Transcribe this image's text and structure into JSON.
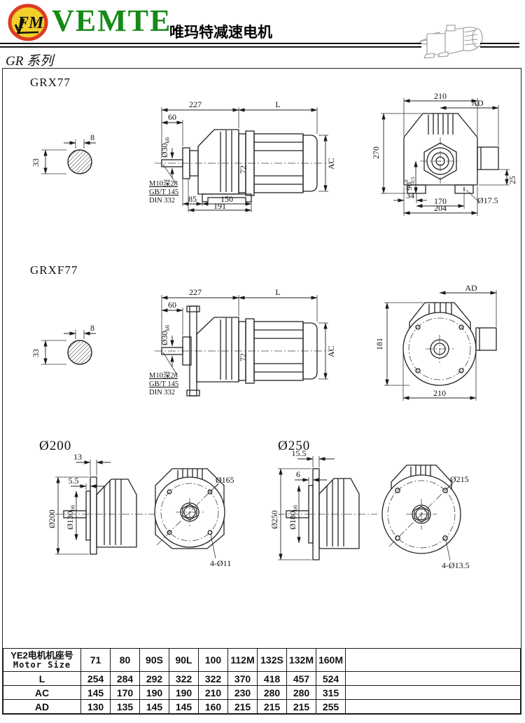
{
  "header": {
    "brand": "VEMTE",
    "logo_glyph": "FM",
    "subtitle": "唯玛特减速电机",
    "series": "GR 系列"
  },
  "sections": {
    "grx77": {
      "title": "GRX77",
      "shaft_section": {
        "key_width": "8",
        "height": "33"
      },
      "side": {
        "dim227": "227",
        "dimL": "L",
        "dim60": "60",
        "shaft": "Ø30",
        "shaft_tol": "k6",
        "dim72": "72",
        "tap": "M10深28",
        "std1": "GB/T 145",
        "std2": "DIN 332",
        "dim85": "85",
        "dim150": "150",
        "dim191": "191",
        "ac": "AC"
      },
      "end": {
        "dim210": "210",
        "ad": "AD",
        "dim270": "270",
        "h90": "90",
        "tol_hi": "0",
        "tol_lo": "-0.5",
        "dim34": "34",
        "dim170": "170",
        "dim204": "204",
        "dim25": "25",
        "hole": "Ø17.5"
      }
    },
    "grxf77": {
      "title": "GRXF77",
      "shaft_section": {
        "key_width": "8",
        "height": "33"
      },
      "side": {
        "dim227": "227",
        "dimL": "L",
        "dim60": "60",
        "shaft": "Ø30",
        "shaft_tol": "k6",
        "dim72": "72",
        "tap": "M10深28",
        "std1": "GB/T 145",
        "std2": "DIN 332",
        "ac": "AC"
      },
      "end": {
        "ad": "AD",
        "dim181": "181",
        "dim210": "210"
      }
    },
    "flange200": {
      "title": "Ø200",
      "side": {
        "t": "13",
        "t2": "5.5",
        "od": "Ø200",
        "spigot": "Ø130",
        "spigot_tol": "h6"
      },
      "front": {
        "bolt_circle": "Ø165",
        "holes": "4-Ø11"
      }
    },
    "flange250": {
      "title": "Ø250",
      "side": {
        "t": "15.5",
        "t2": "6",
        "od": "Ø250",
        "spigot": "Ø180",
        "spigot_tol": "h6"
      },
      "front": {
        "bolt_circle": "Ø215",
        "holes": "4-Ø13.5"
      }
    }
  },
  "table": {
    "header_cn": "YE2电机机座号",
    "header_en": "Motor Size",
    "sizes": [
      "71",
      "80",
      "90S",
      "90L",
      "100",
      "112M",
      "132S",
      "132M",
      "160M"
    ],
    "rows": [
      {
        "label": "L",
        "values": [
          "254",
          "284",
          "292",
          "322",
          "322",
          "370",
          "418",
          "457",
          "524"
        ]
      },
      {
        "label": "AC",
        "values": [
          "145",
          "170",
          "190",
          "190",
          "210",
          "230",
          "280",
          "280",
          "315"
        ]
      },
      {
        "label": "AD",
        "values": [
          "130",
          "135",
          "145",
          "145",
          "160",
          "215",
          "215",
          "215",
          "255"
        ]
      }
    ]
  }
}
